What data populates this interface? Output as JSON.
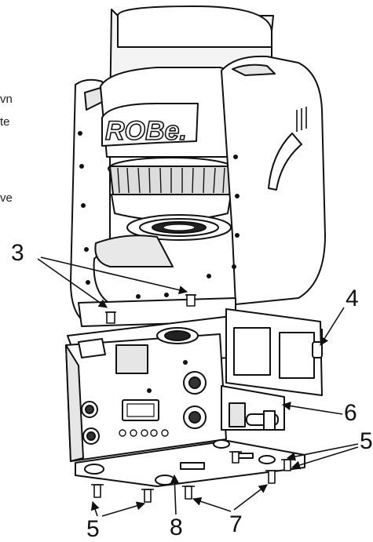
{
  "left_text_fragments": [
    "vn",
    "te",
    "ve"
  ],
  "brand_text": "ROBe.",
  "callouts": [
    "3",
    "4",
    "5",
    "5",
    "6",
    "7",
    "8"
  ],
  "colors": {
    "line": "#111111",
    "fill": "#ffffff",
    "shade": "#e6e6e6",
    "dark": "#333333"
  }
}
